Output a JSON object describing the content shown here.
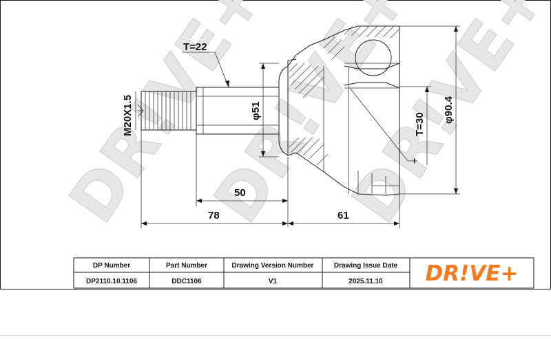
{
  "dimensions": {
    "thread_length": "T=22",
    "thread": "M20X1.5",
    "shaft_diameter": "φ51",
    "outer_diameter": "φ90.4",
    "inner_spline": "T=30",
    "abs_ring": "–",
    "length_50": "50",
    "length_78": "78",
    "length_61": "61"
  },
  "title_block": {
    "headers": [
      "DP Number",
      "Part Number",
      "Drawing Version Number",
      "Drawing Issue Date"
    ],
    "values": [
      "DP2110.10.1106",
      "DDC1106",
      "V1",
      "2025.11.10"
    ]
  },
  "watermark": "DR!VE+",
  "logo": "DR!VE+",
  "colors": {
    "logo": "#f47a20",
    "watermark": "#e6e6e6",
    "line": "#1a1a1a"
  }
}
